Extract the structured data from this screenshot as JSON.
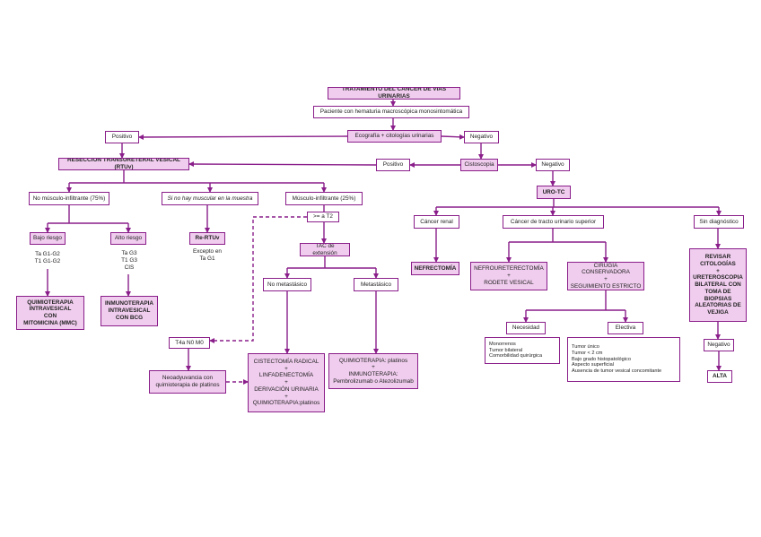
{
  "diagram": {
    "line_color": "#8a1e8a",
    "fill_color": "#f0cdee",
    "nodes": {
      "title": "TRATAMIENTO DEL CÁNCER DE VIAS URINARIAS",
      "patient": "Paciente con hematuria macroscópica monosintomática",
      "echo": "Ecografía + citologías urinarias",
      "positive_top": "Positivo",
      "negative_top": "Negativo",
      "rtuv": "RESECCIÓN TRANSURETERAL VESICAL (RTUv)",
      "positive_cysto": "Positivo",
      "cystoscopy": "Cistoscopia",
      "negative_cysto": "Negativo",
      "nmi": "No músculo-infiltrante (75%)",
      "no_muscle": "Si no hay muscular en la muestra",
      "mi": "Músculo-infiltrante (25%)",
      "gt_t2": ">= a T2",
      "uro_tc": "URO-TC",
      "renal": "Cáncer renal",
      "upper": "Cáncer de tracto urinario superior",
      "no_dx": "Sin diagnóstico",
      "low_risk": "Bajo riesgo",
      "low_risk_detail": "Ta G1-G2\nT1 G1-G2",
      "high_risk": "Alto riesgo",
      "high_risk_detail": "Ta G3\nT1 G3\nCIS",
      "re_rtuv": "Re-RTUv",
      "re_rtuv_detail": "Excepto en\nTa G1",
      "tac": "TAC de extensión",
      "no_meta": "No metastásico",
      "meta": "Metastásico",
      "nephrectomy": "NEFRECTOMÍA",
      "nephroureter": "NEFROURETERECTOMÍA\n+\nRODETE VESICAL",
      "conservative": "CIRUGÍA CONSERVADORA\n+\nSEGUIMIENTO ESTRICTO",
      "review": "REVISAR\nCITOLOGÍAS\n+\nURETEROSCOPIA\nBILATERAL CON\nTOMA DE\nBIOPSIAS\nALEATORIAS DE\nVEJIGA",
      "chemo_intravesical": "QUIMIOTERAPIA\nINTRAVESICAL\nCON\nMITOMICINA (MMC)",
      "immuno": "INMUNOTERAPIA\nINTRAVESICAL\nCON BCG",
      "need": "Necesidad",
      "elective": "Electiva",
      "need_detail": "Monorrenos\nTumor bilateral\nComorbilidad quirúrgica",
      "elective_detail": "Tumor único\nTumor < 2 cm\nBajo grado histopatológico\nAspecto superficial\nAusencia de tumor vesical concomitante",
      "negative_review": "Negativo",
      "alta": "ALTA",
      "t4a": "T4a N0 M0",
      "neoadj": "Neoadyuvancia con\nquimioterapia de platinos",
      "cystectomy": "CISTECTOMÍA RADICAL\n+\nLINFADENECTOMÍA\n+\nDERIVACIÓN URINARIA\n+\nQUIMIOTERAPIA:platinos",
      "chemo_meta": "QUIMIOTERAPIA: platinos\n+\nINMUNOTERAPIA:\nPembrolizumab o Atezolizumab"
    }
  }
}
